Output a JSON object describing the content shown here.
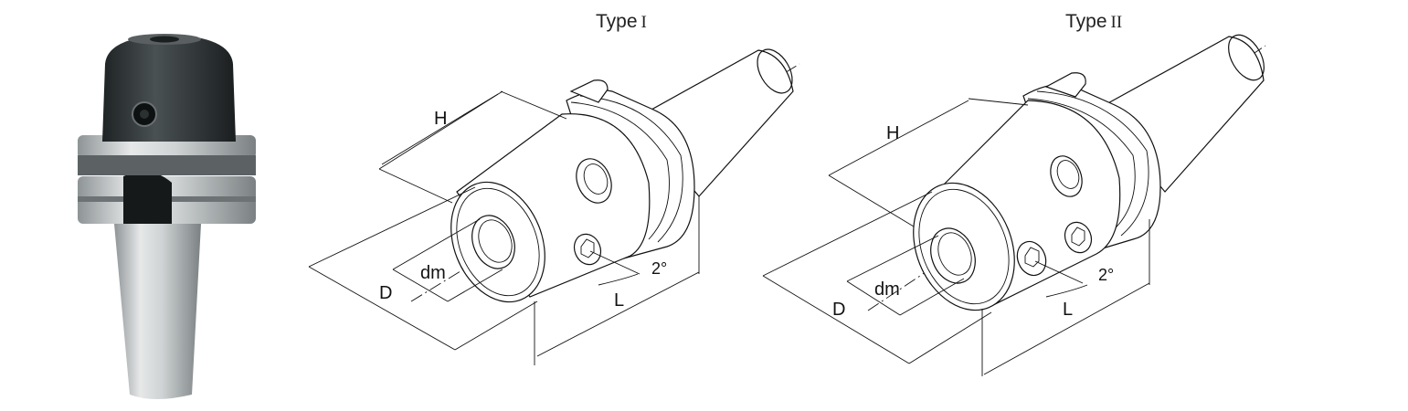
{
  "product_photo": {
    "alt": ""
  },
  "drawings": [
    {
      "title": "Type",
      "roman": "I",
      "labels": {
        "H": "H",
        "D": "D",
        "dm": "dm",
        "L": "L",
        "angle": "2°"
      }
    },
    {
      "title": "Type",
      "roman": "II",
      "labels": {
        "H": "H",
        "D": "D",
        "dm": "dm",
        "L": "L",
        "angle": "2°"
      }
    }
  ],
  "colors": {
    "ink": "#111111",
    "holder_dark": "#2d3334",
    "holder_steel": "#b9bdbf"
  }
}
